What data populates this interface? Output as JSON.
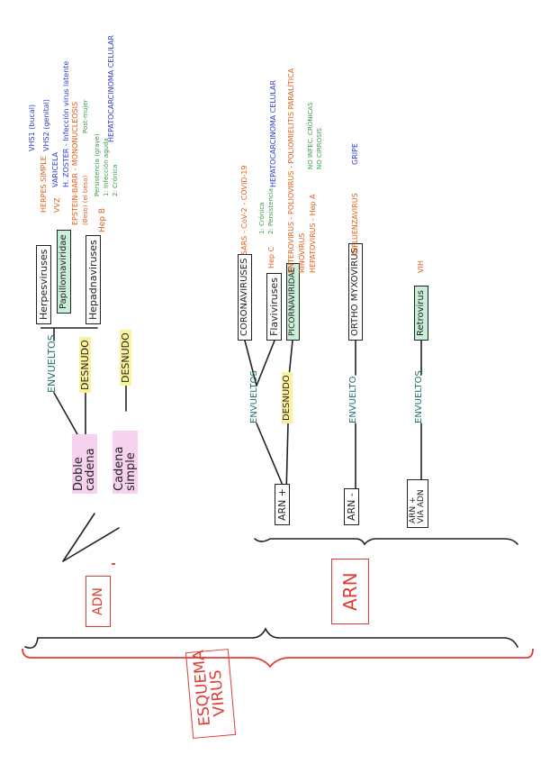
{
  "title": "ESQUEMA VIRUS",
  "left": {
    "root": "ADN",
    "branches": [
      {
        "label": "Doble cadena",
        "enveloped": "ENVUELTOS",
        "naked": "DESNUDO"
      },
      {
        "label": "Cadena simple",
        "naked": "DESNUDO"
      }
    ],
    "families": [
      "Herpesviruses",
      "Hepadnaviruses",
      "Papillomaviridae"
    ],
    "herpes": {
      "h_simple": "HERPES SIMPLE",
      "vhs1": "VHS1 (bucal)",
      "vhs2": "VHS2 (genital)",
      "vvz": "VVZ",
      "varicela": "VARICELA",
      "zoster": "H. ZOSTER - Infección virus latente",
      "ebv": "EPSTEIN-BARR - MONONUCLEOSIS",
      "ebv_sub": "(Beso) (el beso)",
      "ebv_sub2": "Post-mujer",
      "hepb": "Hep B",
      "hepb_n1": "Persistencia (grave)",
      "hepb_n2": "1: Infección aguda",
      "hepb_n3": "2: Crónica",
      "hepb_hcc": "HEPATOCARCINOMA CELULAR"
    }
  },
  "right": {
    "root": "ARN",
    "groups": [
      {
        "label": "ARN +",
        "enveloped": "ENVUELTOS",
        "naked": "DESNUDO"
      },
      {
        "label": "ARN -",
        "enveloped": "ENVUELTO"
      },
      {
        "label": "ARN + VIA ADN",
        "enveloped": "ENVUELTOS"
      }
    ],
    "families": {
      "corona": "CORONAVIRUSES",
      "flavi": "Flaviviruses",
      "picorna": "PICORNAVIRIDAE",
      "ortho": "ORTHO MYXOVIRUS",
      "retro": "Retrovirus"
    },
    "corona_sub": "SARS - CoV-2 - COVID-19",
    "flavi_sub": "Hep C",
    "flavi_n1": "1: Crónica",
    "flavi_n2": "2: Persistencia",
    "flavi_hcc": "HEPATOCARCINOMA CELULAR",
    "picorna_sub": [
      "ENTEROVIRUS - POLIOVIRUS - POLIOMIELITIS PARALÍTICA",
      "RINOVIRUS",
      "HEPATOVIRUS - Hep A",
      "NO INFEC. CRÓNICAS",
      "NO CIRROSIS"
    ],
    "ortho_sub": "INFLUENZAVIRUS",
    "ortho_end": "GRIPE",
    "retro_sub": "VIH"
  }
}
